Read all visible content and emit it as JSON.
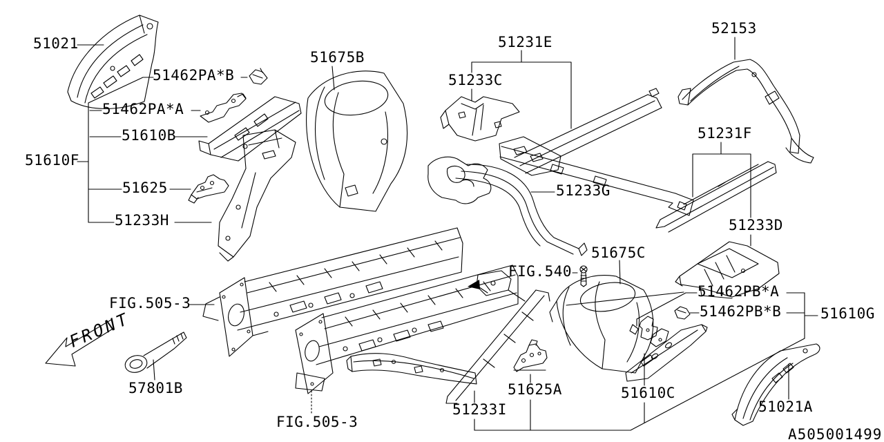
{
  "diagram": {
    "doc_code": "A505001499",
    "front_indicator": "FRONT",
    "background_color": "#ffffff",
    "line_color": "#000000",
    "description": "Body panel parts diagram"
  },
  "labels": {
    "p51021": {
      "text": "51021"
    },
    "p51462PA_B": {
      "text": "51462PA*B"
    },
    "p51462PA_A": {
      "text": "51462PA*A"
    },
    "p51610B": {
      "text": "51610B"
    },
    "p51610F": {
      "text": "51610F"
    },
    "p51625": {
      "text": "51625"
    },
    "p51233H": {
      "text": "51233H"
    },
    "p51675B": {
      "text": "51675B"
    },
    "p51231E": {
      "text": "51231E"
    },
    "p51233C": {
      "text": "51233C"
    },
    "p52153": {
      "text": "52153"
    },
    "p51231F": {
      "text": "51231F"
    },
    "p51233G": {
      "text": "51233G"
    },
    "p51233D": {
      "text": "51233D"
    },
    "p51675C": {
      "text": "51675C"
    },
    "fig540": {
      "text": "FIG.540"
    },
    "p51462PB_A": {
      "text": "51462PB*A"
    },
    "p51462PB_B": {
      "text": "51462PB*B"
    },
    "p51610G": {
      "text": "51610G"
    },
    "fig505_top": {
      "text": "FIG.505-3"
    },
    "p57801B": {
      "text": "57801B"
    },
    "fig505_bot": {
      "text": "FIG.505-3"
    },
    "p51233I": {
      "text": "51233I"
    },
    "p51625A": {
      "text": "51625A"
    },
    "p51610C": {
      "text": "51610C"
    },
    "p51021A": {
      "text": "51021A"
    },
    "front": {
      "text": "FRONT"
    },
    "doc_code": {
      "text": "A505001499"
    }
  }
}
